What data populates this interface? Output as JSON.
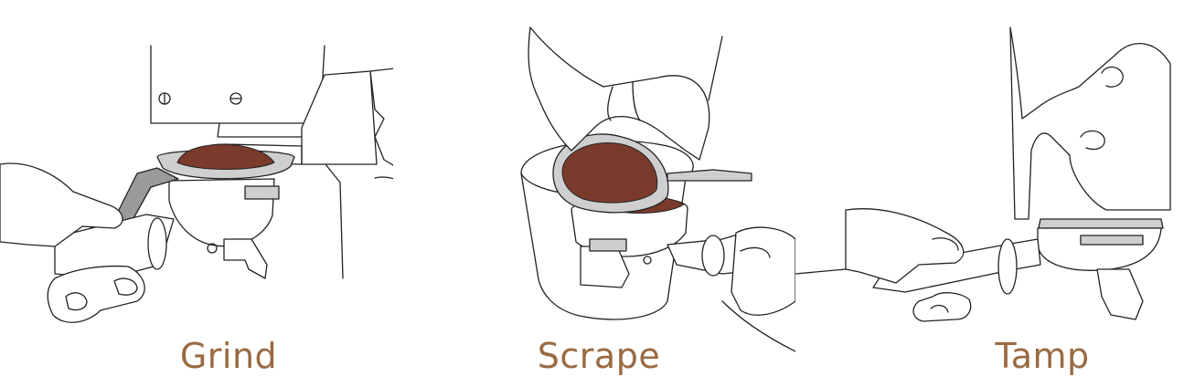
{
  "steps": [
    {
      "label": "Grind"
    },
    {
      "label": "Scrape"
    },
    {
      "label": "Tamp"
    }
  ],
  "colors": {
    "label": "#9a6a42",
    "coffee": "#7a3b2c",
    "outline": "#222222",
    "metal": "#cfcfcf"
  }
}
